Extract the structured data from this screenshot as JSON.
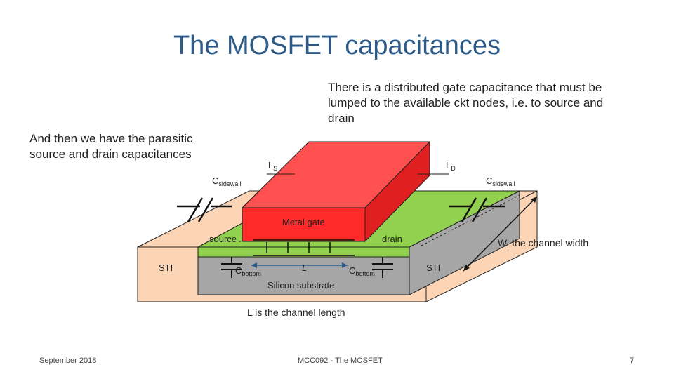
{
  "title": "The MOSFET capacitances",
  "callouts": {
    "gate": "There is a distributed gate capacitance that must be lumped to the available ckt nodes, i.e. to source and drain",
    "parasitic": "And then we have the parasitic source and drain capacitances"
  },
  "labels": {
    "ls": "L",
    "ls_sub": "S",
    "ld": "L",
    "ld_sub": "D",
    "csidewall_left": "C",
    "csidewall_left_sub": "sidewall",
    "csidewall_right": "C",
    "csidewall_right_sub": "sidewall",
    "metal_gate": "Metal gate",
    "source": "source",
    "drain": "drain",
    "sti_left": "STI",
    "sti_right": "STI",
    "cbottom_left": "C",
    "cbottom_left_sub": "bottom",
    "cbottom_right": "C",
    "cbottom_right_sub": "bottom",
    "channel_L": "L",
    "silicon_substrate": "Silicon substrate",
    "channel_width": "W, the channel width",
    "channel_length": "L is the channel length"
  },
  "footer": {
    "date": "September 2018",
    "course": "MCC092 - The MOSFET",
    "page": "7"
  },
  "colors": {
    "title": "#2e5a87",
    "gate": "#ff2a2a",
    "gate_top": "#ff5050",
    "diffusion": "#92d050",
    "sti": "#fbd5b5",
    "substrate": "#a6a6a6",
    "substrate_side": "#b7dea0"
  }
}
